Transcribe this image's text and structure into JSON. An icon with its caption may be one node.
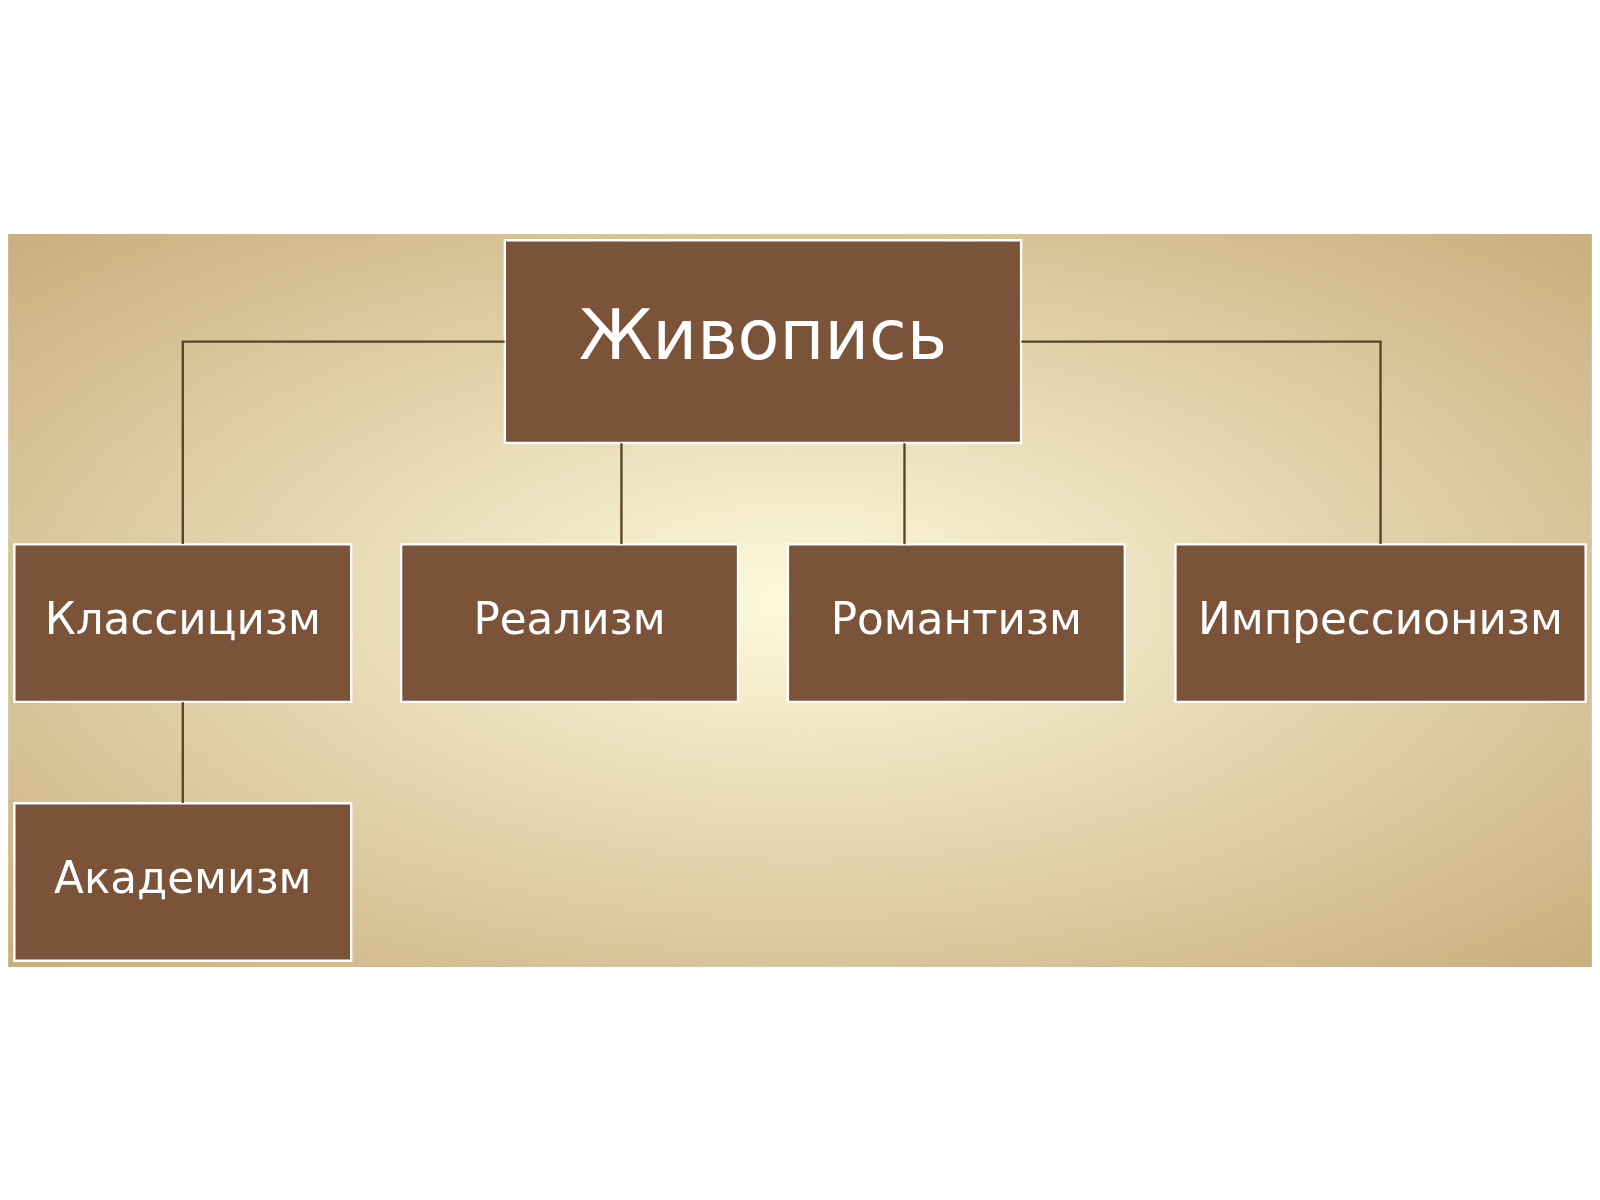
{
  "diagram": {
    "nodes": [
      {
        "text": [
          "Живопись"
        ]
      },
      {
        "text": [
          "Классицизм"
        ]
      },
      {
        "text": [
          "Реализм"
        ]
      },
      {
        "text": [
          "Романтизм"
        ]
      },
      {
        "text": [
          "Импрессионизм"
        ]
      },
      {
        "text": [
          "Академизм"
        ]
      }
    ],
    "edges": [
      {
        "from": 0,
        "to": 1,
        "arrow": "none"
      },
      {
        "from": 0,
        "to": 2,
        "arrow": "none"
      },
      {
        "from": 0,
        "to": 3,
        "arrow": "none"
      },
      {
        "from": 0,
        "to": 4,
        "arrow": "none"
      },
      {
        "from": 1,
        "to": 5,
        "arrow": "none"
      }
    ]
  }
}
